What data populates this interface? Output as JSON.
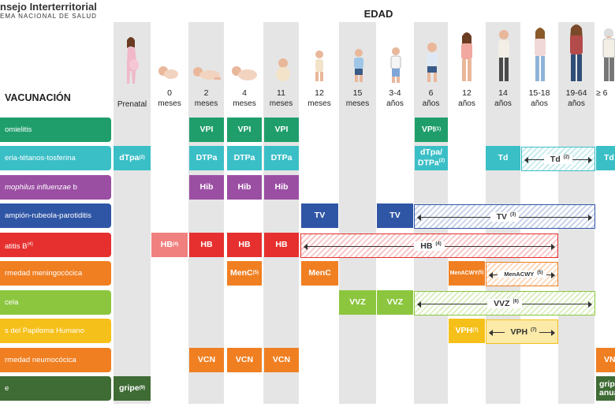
{
  "header": {
    "org_line1": "nsejo Interterritorial",
    "org_line2": "EMA NACIONAL DE SALUD",
    "edad": "EDAD",
    "vacunacion": "VACUNACIÓN"
  },
  "ages": [
    {
      "top": "",
      "bottom": "Prenatal"
    },
    {
      "top": "0",
      "bottom": "meses"
    },
    {
      "top": "2",
      "bottom": "meses"
    },
    {
      "top": "4",
      "bottom": "meses"
    },
    {
      "top": "11",
      "bottom": "meses"
    },
    {
      "top": "12",
      "bottom": "meses"
    },
    {
      "top": "15",
      "bottom": "meses"
    },
    {
      "top": "3-4",
      "bottom": "años"
    },
    {
      "top": "6",
      "bottom": "años"
    },
    {
      "top": "12",
      "bottom": "años"
    },
    {
      "top": "14",
      "bottom": "años"
    },
    {
      "top": "15-18",
      "bottom": "años"
    },
    {
      "top": "19-64",
      "bottom": "años"
    },
    {
      "top": "≥ 6",
      "bottom": ""
    }
  ],
  "colors": {
    "polio": "#1f9e6b",
    "dtp": "#3bbfc7",
    "hib": "#9b4fa3",
    "tv": "#2f55a5",
    "hb": "#e5302f",
    "men": "#f07f22",
    "vvz": "#8cc63f",
    "vph": "#f5c019",
    "vcn": "#f07f22",
    "gripe": "#3f6b35"
  },
  "rows": [
    {
      "label": "omielitis",
      "cells": [
        "VPI",
        "VPI",
        "VPI",
        "VPI",
        "(1)"
      ]
    },
    {
      "label": "eria-tétanos-tosferina",
      "cells": [
        "dTpa",
        "(2)",
        "DTPa",
        "DTPa",
        "DTPa",
        "dTpa/",
        "DTPa",
        "(2)",
        "Td",
        "Td",
        "(2)",
        "Td"
      ]
    },
    {
      "label": "mophilus influenzae",
      "label_suffix": " b",
      "cells": [
        "Hib",
        "Hib",
        "Hib"
      ]
    },
    {
      "label": "ampión-rubeola-parotiditis",
      "cells": [
        "TV",
        "TV",
        "TV",
        "(3)"
      ]
    },
    {
      "label": "atitis B",
      "label_sup": "(4)",
      "cells": [
        "HB",
        "(4)",
        "HB",
        "HB",
        "HB",
        "HB",
        "(4)"
      ]
    },
    {
      "label": "rmedad meningocócica",
      "cells": [
        "MenC",
        "(5)",
        "MenC",
        "MenACWY",
        "(5)",
        "MenACWY",
        "(5)"
      ]
    },
    {
      "label": "cela",
      "cells": [
        "VVZ",
        "VVZ",
        "VVZ",
        "(6)"
      ]
    },
    {
      "label": "s del Papiloma Humano",
      "cells": [
        "VPH",
        "(7)",
        "VPH",
        "(7)"
      ]
    },
    {
      "label": "rmedad neumocócica",
      "cells": [
        "VCN",
        "VCN",
        "VCN",
        "VN"
      ]
    },
    {
      "label": "e",
      "cells": [
        "gripe",
        "(9)",
        "grip",
        "anua"
      ]
    }
  ]
}
